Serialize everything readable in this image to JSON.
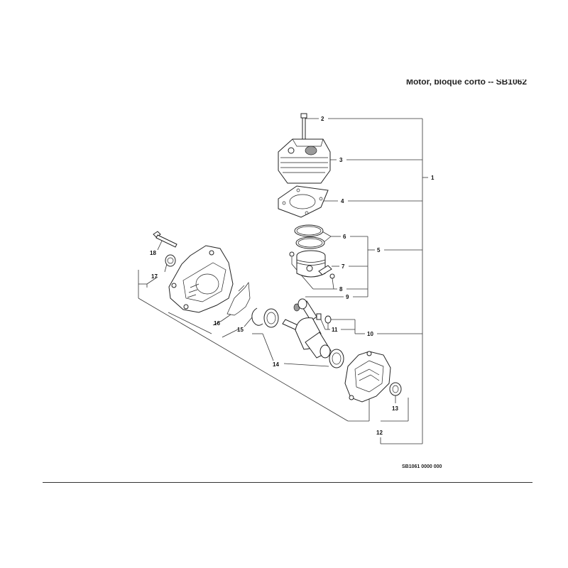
{
  "header": {
    "title": "Motor, bloque corto -- SB1062"
  },
  "footer": {
    "reference_code": "SB1061 0000 000"
  },
  "callouts": [
    "1",
    "2",
    "3",
    "4",
    "5",
    "6",
    "7",
    "8",
    "9",
    "10",
    "11",
    "12",
    "13",
    "14",
    "15",
    "16",
    "17",
    "18"
  ]
}
